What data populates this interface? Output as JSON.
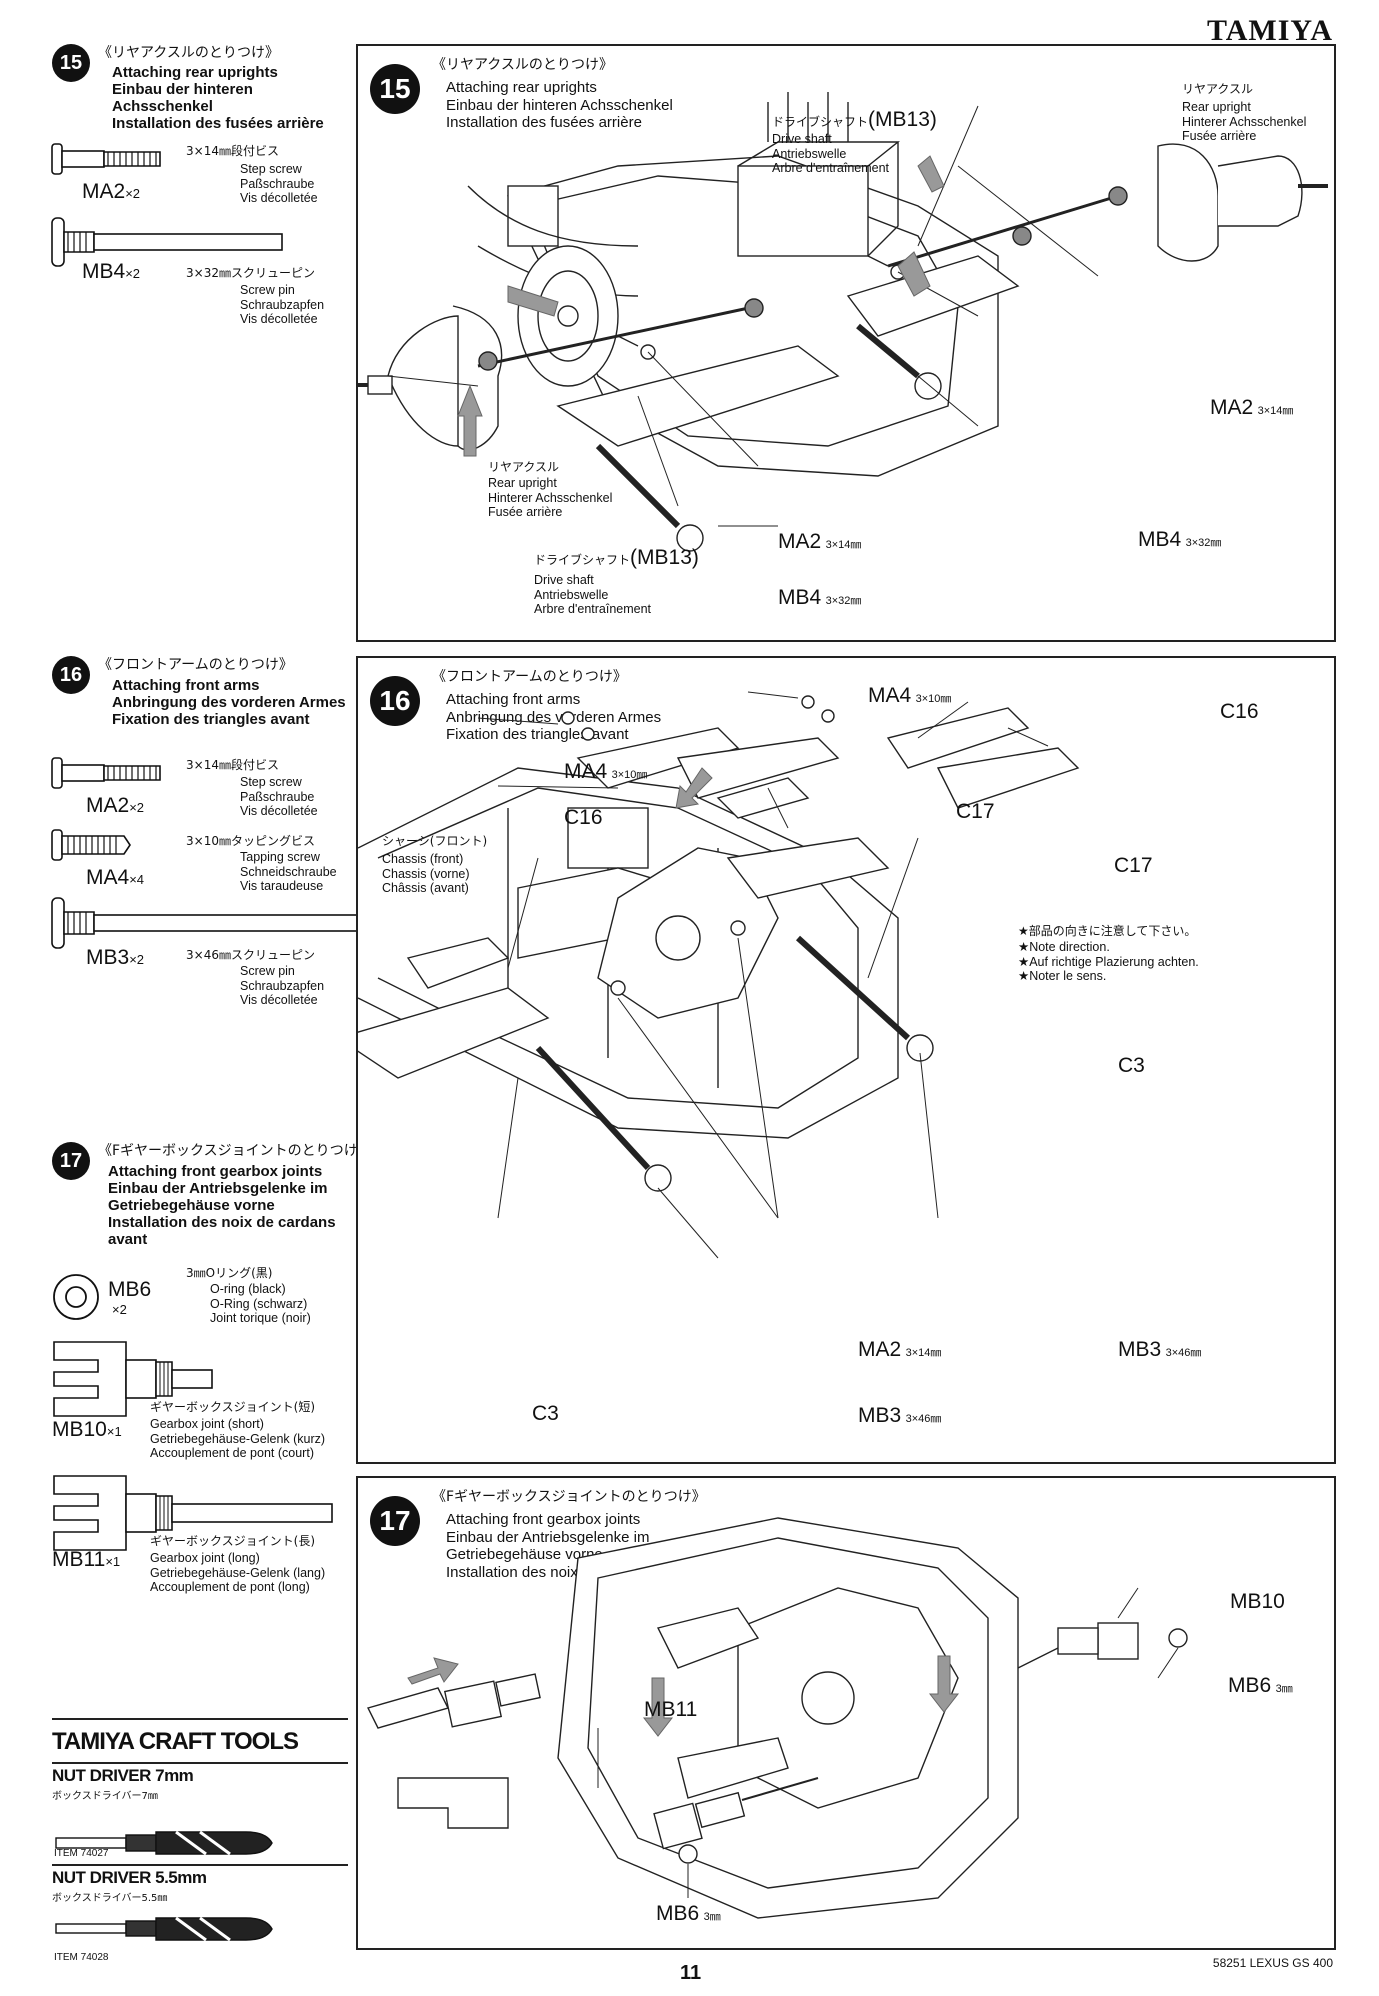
{
  "header": {
    "brand": "TAMIYA"
  },
  "step15": {
    "number": "15",
    "title_jp": "《リヤアクスルのとりつけ》",
    "title_en": "Attaching rear uprights",
    "title_de": "Einbau der hinteren Achsschenkel",
    "title_fr": "Installation des fusées arrière",
    "title_en_panel": "Attaching rear uprights",
    "title_de_panel": "Einbau der hinteren Achsschenkel",
    "title_fr_panel": "Installation des fusées arrière",
    "parts": [
      {
        "code": "MA2",
        "count": "×2",
        "size_jp": "3×14㎜段付ビス",
        "en": "Step screw",
        "de": "Paßschraube",
        "fr": "Vis décolletée"
      },
      {
        "code": "MB4",
        "count": "×2",
        "size_jp": "3×32㎜スクリューピン",
        "en": "Screw pin",
        "de": "Schraubzapfen",
        "fr": "Vis décolletée"
      }
    ],
    "labels": {
      "rear_upright_jp": "リヤアクスル",
      "rear_upright_en": "Rear upright",
      "rear_upright_de": "Hinterer Achsschenkel",
      "rear_upright_fr": "Fusée arrière",
      "drive_shaft_jp": "ドライブシャフト",
      "drive_shaft_code": "(MB13)",
      "drive_shaft_en": "Drive shaft",
      "drive_shaft_de": "Antriebswelle",
      "drive_shaft_fr": "Arbre d'entraînement",
      "ma2": "MA2",
      "ma2_dim": "3×14㎜",
      "mb4": "MB4",
      "mb4_dim": "3×32㎜"
    }
  },
  "step16": {
    "number": "16",
    "title_jp": "《フロントアームのとりつけ》",
    "title_en": "Attaching front arms",
    "title_de": "Anbringung des vorderen Armes",
    "title_fr": "Fixation des triangles avant",
    "parts": [
      {
        "code": "MA2",
        "count": "×2",
        "size_jp": "3×14㎜段付ビス",
        "en": "Step screw",
        "de": "Paßschraube",
        "fr": "Vis décolletée"
      },
      {
        "code": "MA4",
        "count": "×4",
        "size_jp": "3×10㎜タッピングビス",
        "en": "Tapping screw",
        "de": "Schneidschraube",
        "fr": "Vis taraudeuse"
      },
      {
        "code": "MB3",
        "count": "×2",
        "size_jp": "3×46㎜スクリューピン",
        "en": "Screw pin",
        "de": "Schraubzapfen",
        "fr": "Vis décolletée"
      }
    ],
    "labels": {
      "chassis_jp": "シャーシ(フロント)",
      "chassis_en": "Chassis (front)",
      "chassis_de": "Chassis (vorne)",
      "chassis_fr": "Châssis (avant)",
      "ma4": "MA4",
      "ma4_dim": "3×10㎜",
      "c16": "C16",
      "c17": "C17",
      "c3": "C3",
      "ma2": "MA2",
      "ma2_dim": "3×14㎜",
      "mb3": "MB3",
      "mb3_dim": "3×46㎜",
      "note_jp": "★部品の向きに注意して下さい。",
      "note_en": "★Note direction.",
      "note_de": "★Auf richtige Plazierung achten.",
      "note_fr": "★Noter le sens."
    }
  },
  "step17": {
    "number": "17",
    "title_jp": "《Fギヤーボックスジョイントのとりつけ》",
    "title_en": "Attaching front gearbox joints",
    "title_de": "Einbau der Antriebsgelenke im Getriebegehäuse vorne",
    "title_fr": "Installation des noix de cardans avant",
    "parts": [
      {
        "code": "MB6",
        "count": "×2",
        "size_jp": "3㎜Oリング(黒)",
        "en": "O-ring (black)",
        "de": "O-Ring (schwarz)",
        "fr": "Joint torique (noir)"
      },
      {
        "code": "MB10",
        "count": "×1",
        "size_jp": "ギヤーボックスジョイント(短)",
        "en": "Gearbox joint (short)",
        "de": "Getriebegehäuse-Gelenk (kurz)",
        "fr": "Accouplement de pont (court)"
      },
      {
        "code": "MB11",
        "count": "×1",
        "size_jp": "ギヤーボックスジョイント(長)",
        "en": "Gearbox joint (long)",
        "de": "Getriebegehäuse-Gelenk (lang)",
        "fr": "Accouplement de pont (long)"
      }
    ],
    "labels": {
      "mb10": "MB10",
      "mb11": "MB11",
      "mb6": "MB6",
      "mb6_dim": "3㎜"
    }
  },
  "craft_tools": {
    "title": "TAMIYA CRAFT TOOLS",
    "tools": [
      {
        "name": "NUT DRIVER 7mm",
        "jp": "ボックスドライバー7㎜",
        "item": "ITEM 74027"
      },
      {
        "name": "NUT DRIVER 5.5mm",
        "jp": "ボックスドライバー5.5㎜",
        "item": "ITEM 74028"
      }
    ]
  },
  "footer": {
    "page_number": "11",
    "kit": "58251 LEXUS GS 400"
  }
}
